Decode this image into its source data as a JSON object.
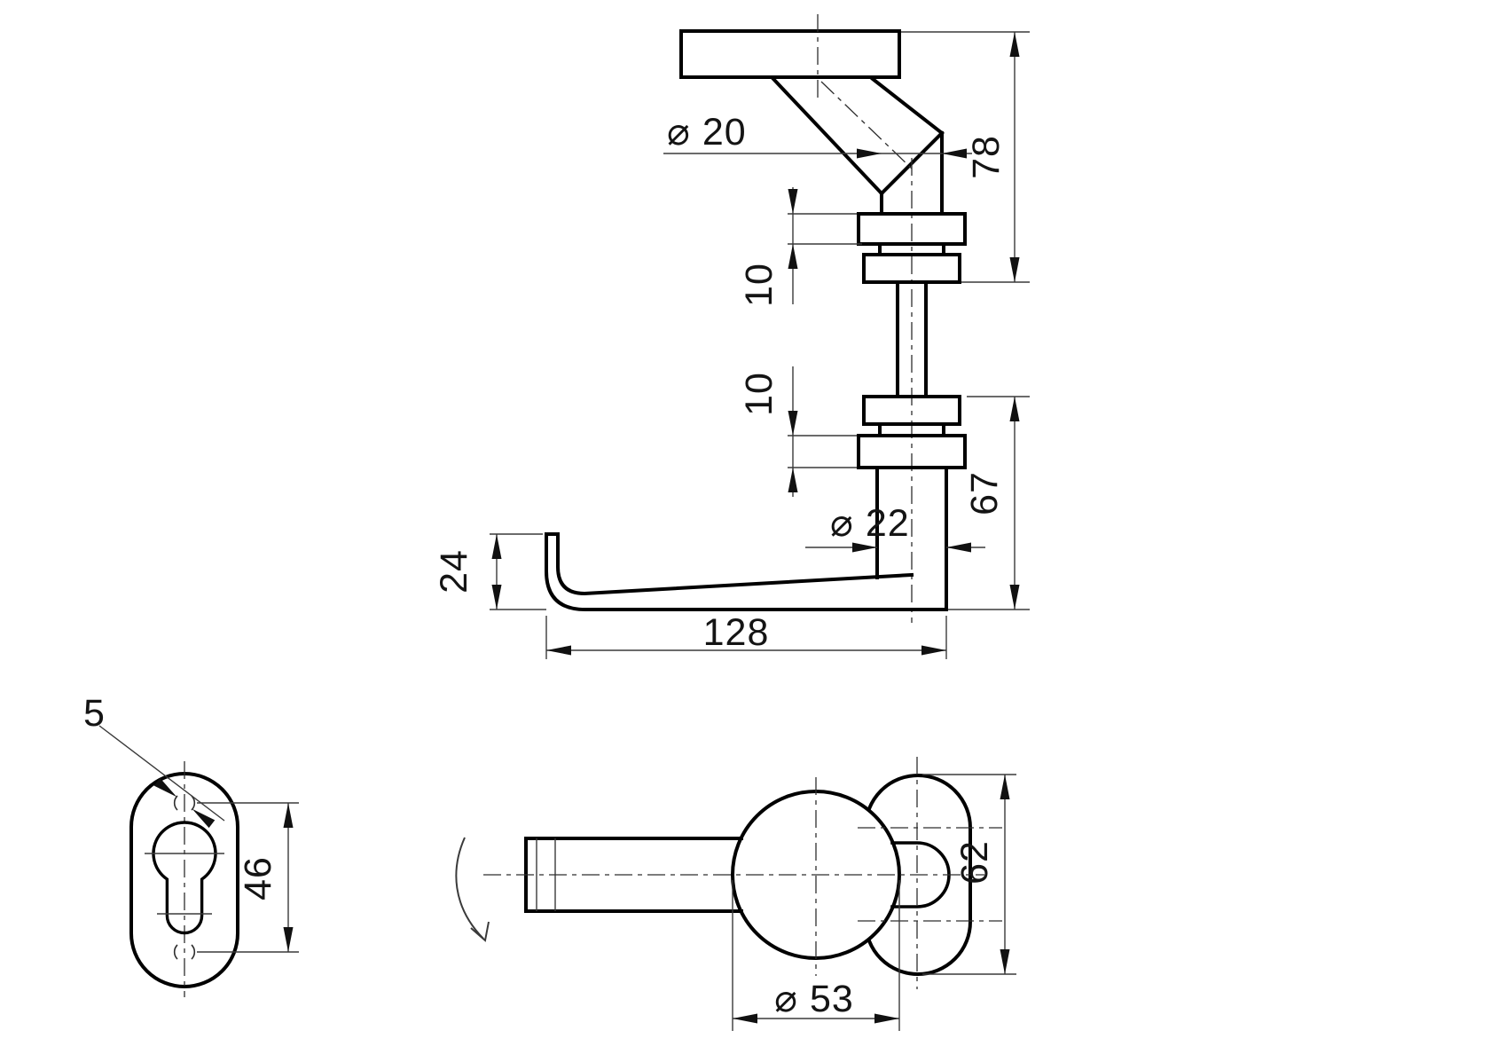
{
  "drawing": {
    "type": "technical-drawing",
    "subject": "door-handle-with-escutcheon",
    "colors": {
      "outline": "#000000",
      "thin_line": "#3a3a3a",
      "text": "#141414",
      "background": "#ffffff"
    },
    "side_view": {
      "dims": {
        "neck_diameter": "⌀ 20",
        "upper_height": "78",
        "upper_collar_thickness": "10",
        "lower_collar_thickness": "10",
        "cylinder_diameter": "⌀ 22",
        "lower_height": "67",
        "hook_height": "24",
        "lever_length": "128"
      }
    },
    "plate_view": {
      "dims": {
        "screw_hole_diameter": "5",
        "hole_spacing": "46"
      }
    },
    "front_view": {
      "dims": {
        "knob_diameter": "⌀ 53",
        "plate_height": "62"
      }
    }
  }
}
